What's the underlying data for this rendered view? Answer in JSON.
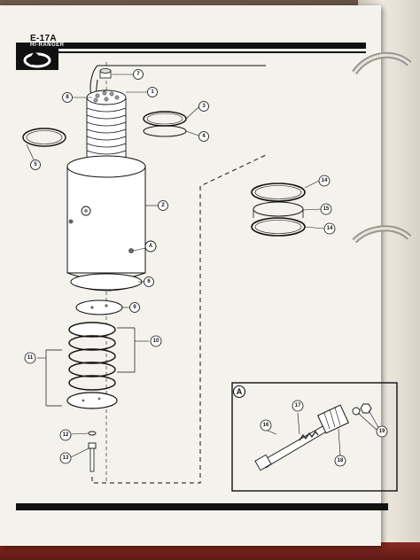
{
  "header": {
    "code": "E-17A",
    "brand": "HI-RANGER"
  },
  "callouts": {
    "c7": "7",
    "c8": "8",
    "c1": "1",
    "c3": "3",
    "c4": "4",
    "c5": "5",
    "c2": "2",
    "cA": "A",
    "c6": "6",
    "c9": "9",
    "c10": "10",
    "c11": "11",
    "c12": "12",
    "c13": "13",
    "c14a": "14",
    "c15": "15",
    "c14b": "14",
    "d17": "17",
    "d16": "16",
    "d18": "18",
    "d19": "19"
  },
  "detail": {
    "label": "A"
  },
  "colors": {
    "ink": "#111111",
    "paper": "#f4f2ec"
  }
}
